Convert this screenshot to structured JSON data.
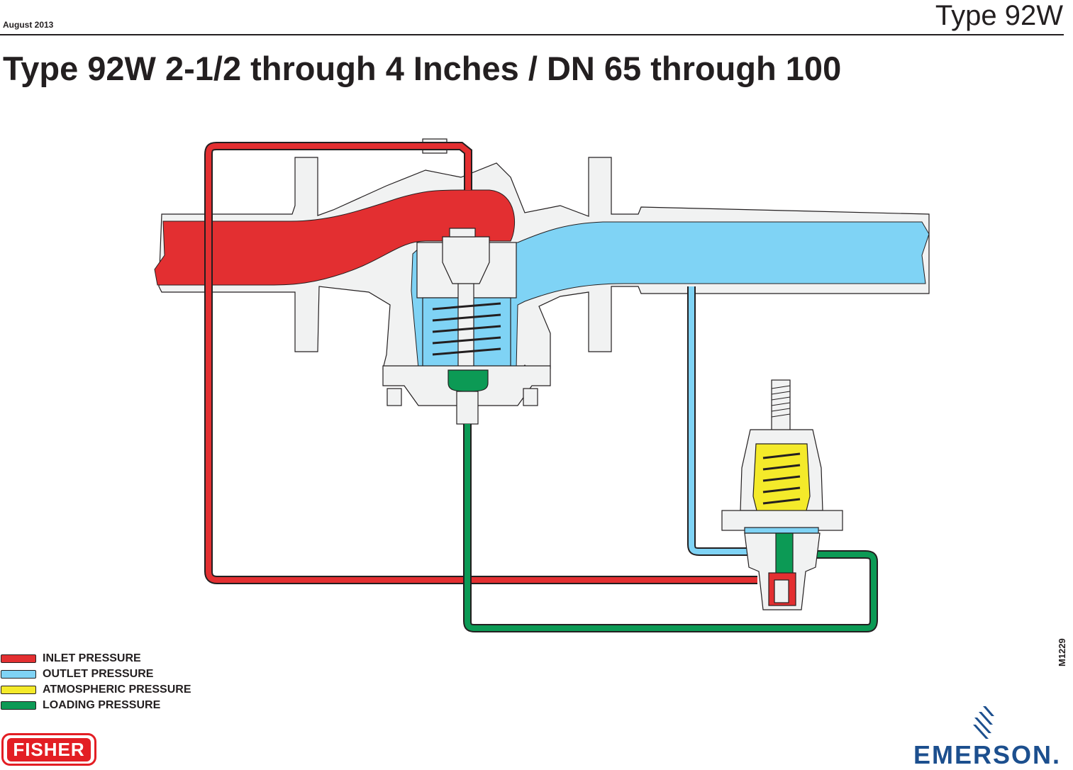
{
  "header": {
    "date": "August 2013",
    "doc_type": "Type 92W",
    "title": "Type 92W 2-1/2 through 4 Inches / DN 65 through 100"
  },
  "colors": {
    "inlet": "#e32f31",
    "outlet": "#7fd3f5",
    "atmospheric": "#f4ea2a",
    "loading": "#0c9a55",
    "body": "#f1f2f2",
    "outline": "#231f20"
  },
  "legend": [
    {
      "label": "INLET PRESSURE",
      "color": "#e32f31"
    },
    {
      "label": "OUTLET PRESSURE",
      "color": "#7fd3f5"
    },
    {
      "label": "ATMOSPHERIC PRESSURE",
      "color": "#f4ea2a"
    },
    {
      "label": "LOADING PRESSURE",
      "color": "#0c9a55"
    }
  ],
  "figure_id": "M1229",
  "logos": {
    "fisher": "FISHER",
    "emerson": "EMERSON."
  }
}
